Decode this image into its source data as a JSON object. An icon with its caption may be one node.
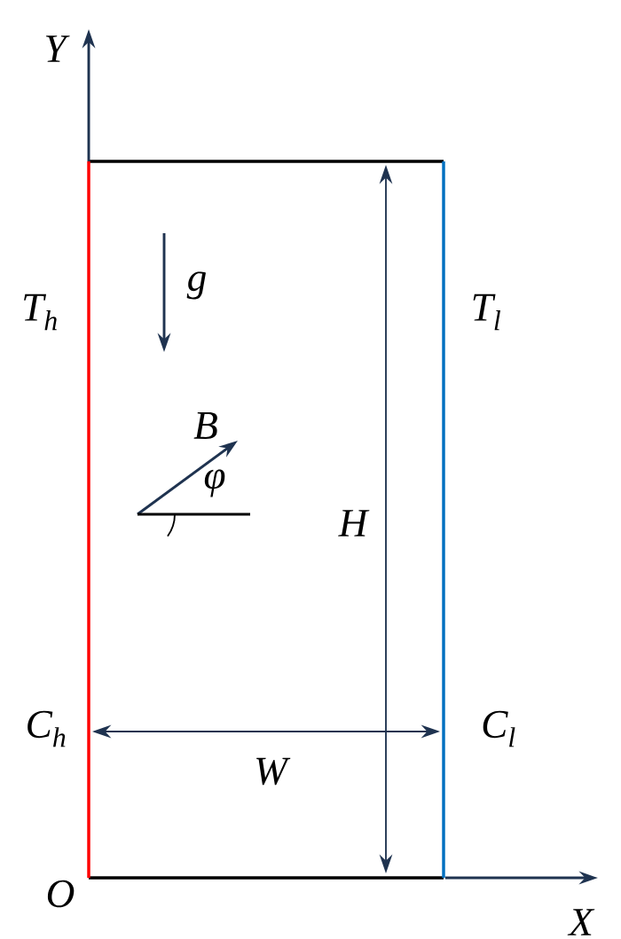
{
  "diagram": {
    "labels": [
      "Y",
      "g",
      "T$_{h}$",
      "T$_{l}$",
      "B",
      "φ",
      "H",
      "C$_{h}$",
      "C$_{l}$",
      "W",
      "O",
      "X"
    ]
  }
}
